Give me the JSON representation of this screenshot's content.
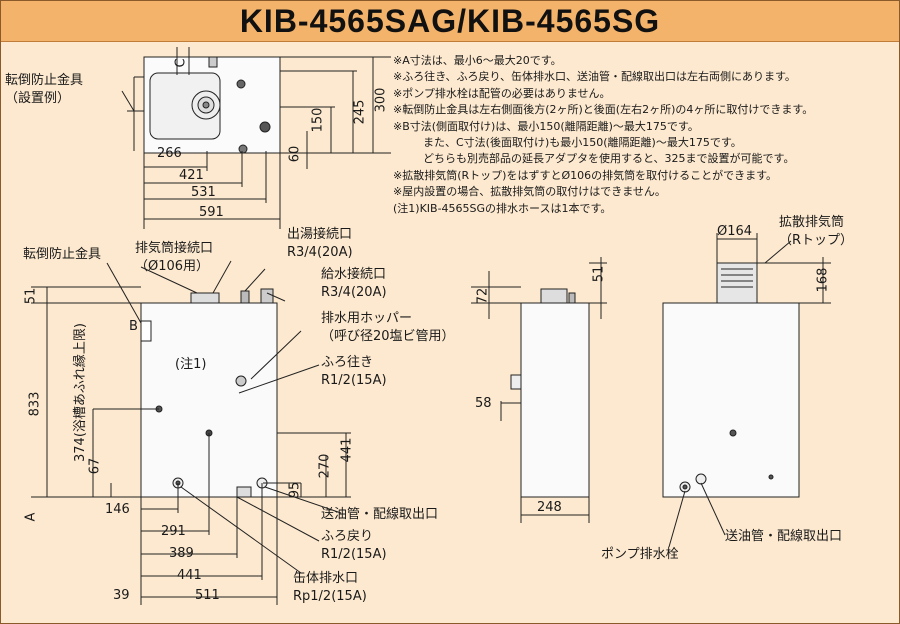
{
  "title": "KIB-4565SAG/KIB-4565SG",
  "notes": [
    "※A寸法は、最小6～最大20です。",
    "※ふろ往き、ふろ戻り、缶体排水口、送油管・配線取出口は左右両側にあります。",
    "※ポンプ排水栓は配管の必要はありません。",
    "※転倒防止金具は左右側面後方(2ヶ所)と後面(左右2ヶ所)の4ヶ所に取付けできます。",
    "※B寸法(側面取付け)は、最小150(離隔距離)～最大175です。",
    "また、C寸法(後面取付け)も最小150(離隔距離)～最大175です。",
    "どちらも別売部品の延長アダプタを使用すると、325まで設置が可能です。",
    "※拡散排気筒(Rトップ)をはずすとØ106の排気筒を取付けることができます。",
    "※屋内設置の場合、拡散排気筒の取付けはできません。",
    "(注1)KIB-4565SGの排水ホースは1本です。"
  ],
  "top_view": {
    "label_line1": "転倒防止金具",
    "label_line2": "（設置例）",
    "dim_C": "C",
    "dims_horizontal": [
      "266",
      "421",
      "531",
      "591"
    ],
    "dims_vertical": [
      "300",
      "245",
      "150",
      "60"
    ]
  },
  "front_view": {
    "labels": {
      "tip_guard": "転倒防止金具",
      "exhaust_line1": "排気筒接続口",
      "exhaust_line2": "（Ø106用）",
      "hot_water_line1": "出湯接続口",
      "hot_water_line2": "R3/4(20A)",
      "water_supply_line1": "給水接続口",
      "water_supply_line2": "R3/4(20A)",
      "drain_hopper_line1": "排水用ホッパー",
      "drain_hopper_line2": "（呼び径20塩ビ管用）",
      "note1": "(注1)",
      "bath_go_line1": "ふろ往き",
      "bath_go_line2": "R1/2(15A)",
      "oil_pipe": "送油管・配線取出口",
      "bath_return_line1": "ふろ戻り",
      "bath_return_line2": "R1/2(15A)",
      "body_drain_line1": "缶体排水口",
      "body_drain_line2": "Rp1/2(15A)",
      "dim_B": "B",
      "dim_A": "A"
    },
    "dims_vertical": [
      "51",
      "833",
      "374(浴槽あふれ縁上限)",
      "67",
      "441",
      "270",
      "95"
    ],
    "dims_horizontal": [
      "146",
      "291",
      "389",
      "441",
      "39",
      "511"
    ]
  },
  "side_view": {
    "dims": [
      "72",
      "51",
      "58",
      "248"
    ]
  },
  "rear_view": {
    "labels": {
      "diffuser_line1": "拡散排気筒",
      "diffuser_line2": "（Rトップ）",
      "diameter": "Ø164",
      "pump_drain": "ポンプ排水栓",
      "oil_pipe": "送油管・配線取出口"
    },
    "dims": [
      "168"
    ]
  }
}
